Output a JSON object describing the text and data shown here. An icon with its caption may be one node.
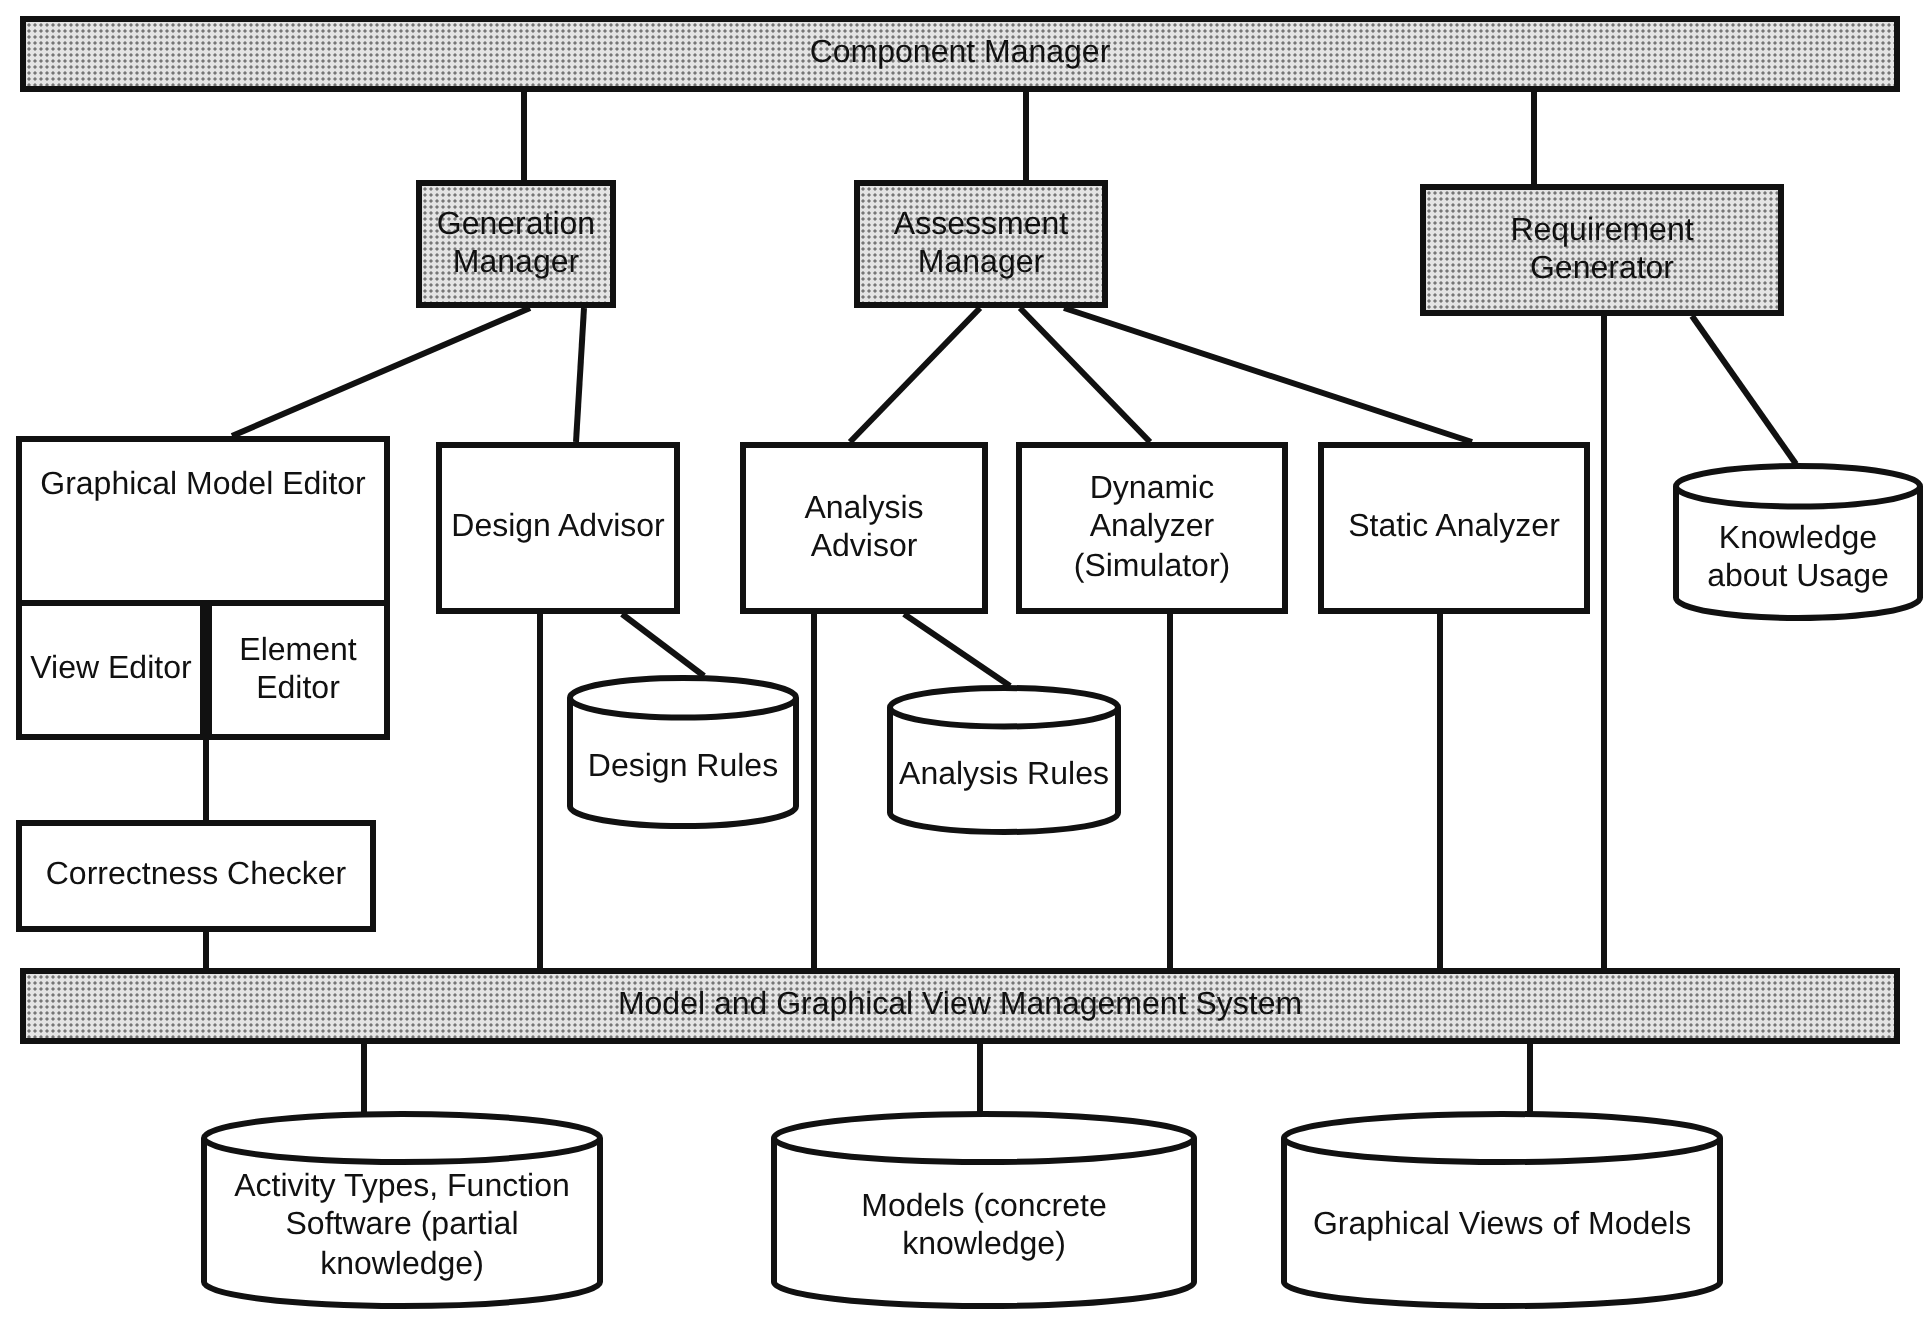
{
  "diagram": {
    "nodes": [
      {
        "text": [
          "Component Manager"
        ]
      },
      {
        "text": [
          "Generation Manager"
        ]
      },
      {
        "text": [
          "Assessment Manager"
        ]
      },
      {
        "text": [
          "Requirement Generator"
        ]
      },
      {
        "text": [
          "Graphical Model Editor"
        ]
      },
      {
        "text": [
          "View Editor"
        ],
        "in": 4
      },
      {
        "text": [
          "Element Editor"
        ],
        "in": 4
      },
      {
        "text": [
          "Design Advisor"
        ]
      },
      {
        "text": [
          "Analysis Advisor"
        ]
      },
      {
        "text": [
          "Dynamic Analyzer (Simulator)"
        ]
      },
      {
        "text": [
          "Static Analyzer"
        ]
      },
      {
        "text": [
          "Knowledge about Usage"
        ]
      },
      {
        "text": [
          "Design Rules"
        ]
      },
      {
        "text": [
          "Analysis Rules"
        ]
      },
      {
        "text": [
          "Correctness Checker"
        ]
      },
      {
        "text": [
          "Model and Graphical View Management System"
        ]
      },
      {
        "text": [
          "Activity Types, Function Software (partial knowledge)"
        ]
      },
      {
        "text": [
          "Models (concrete knowledge)"
        ]
      },
      {
        "text": [
          "Graphical Views of Models"
        ]
      }
    ],
    "edges": [
      {
        "from": 0,
        "to": 1,
        "arrow": "none"
      },
      {
        "from": 0,
        "to": 2,
        "arrow": "none"
      },
      {
        "from": 0,
        "to": 3,
        "arrow": "none"
      },
      {
        "from": 1,
        "to": 4,
        "arrow": "none"
      },
      {
        "from": 1,
        "to": 7,
        "arrow": "none"
      },
      {
        "from": 2,
        "to": 8,
        "arrow": "none"
      },
      {
        "from": 2,
        "to": 9,
        "arrow": "none"
      },
      {
        "from": 2,
        "to": 10,
        "arrow": "none"
      },
      {
        "from": 3,
        "to": 11,
        "arrow": "none"
      },
      {
        "from": 3,
        "to": 15,
        "arrow": "none"
      },
      {
        "from": 7,
        "to": 12,
        "arrow": "none"
      },
      {
        "from": 8,
        "to": 13,
        "arrow": "none"
      },
      {
        "from": 4,
        "to": 14,
        "arrow": "none"
      },
      {
        "from": 14,
        "to": 15,
        "arrow": "none"
      },
      {
        "from": 7,
        "to": 15,
        "arrow": "none"
      },
      {
        "from": 8,
        "to": 15,
        "arrow": "none"
      },
      {
        "from": 9,
        "to": 15,
        "arrow": "none"
      },
      {
        "from": 10,
        "to": 15,
        "arrow": "none"
      },
      {
        "from": 15,
        "to": 16,
        "arrow": "none"
      },
      {
        "from": 15,
        "to": 17,
        "arrow": "none"
      },
      {
        "from": 15,
        "to": 18,
        "arrow": "none"
      }
    ]
  }
}
